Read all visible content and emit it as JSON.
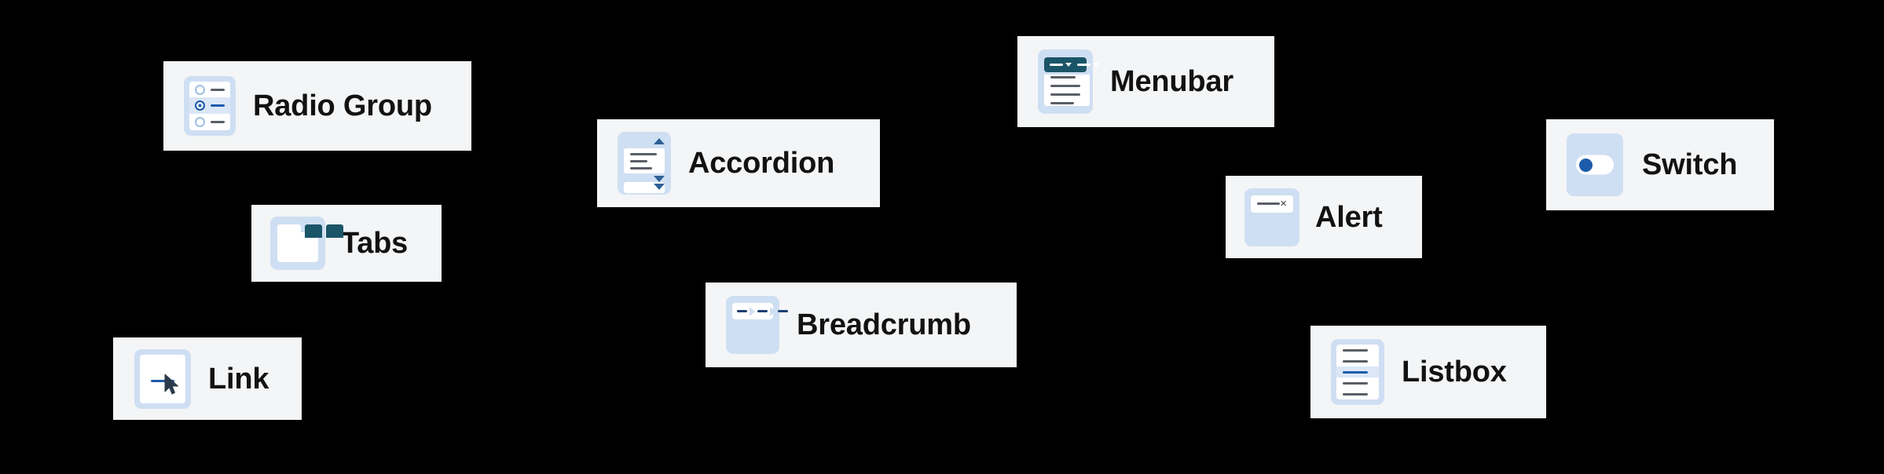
{
  "canvas": {
    "background_color": "#000000",
    "card_background_color": "#f4f5f6",
    "label_color": "#121212",
    "accent_blue": "#1d5bab",
    "tile_blue": "#cfdff3",
    "highlight_blue": "#dbe7f7",
    "teal": "#1b5568",
    "muted_line": "#5a5f66"
  },
  "cards": [
    {
      "id": "radio-group",
      "label": "Radio Group",
      "icon_name": "radio-group-icon",
      "options": [
        {
          "selected": false
        },
        {
          "selected": true
        },
        {
          "selected": false
        }
      ]
    },
    {
      "id": "tabs",
      "label": "Tabs",
      "icon_name": "tabs-icon",
      "tabs": [
        {
          "state": "active"
        },
        {
          "state": "inactive"
        },
        {
          "state": "inactive"
        }
      ]
    },
    {
      "id": "link",
      "label": "Link",
      "icon_name": "link-icon"
    },
    {
      "id": "accordion",
      "label": "Accordion",
      "icon_name": "accordion-icon",
      "sections": [
        {
          "state": "expanded",
          "chevron": "up"
        },
        {
          "state": "collapsed",
          "chevron": "down"
        },
        {
          "state": "collapsed",
          "chevron": "down"
        }
      ]
    },
    {
      "id": "breadcrumb",
      "label": "Breadcrumb",
      "icon_name": "breadcrumb-icon",
      "crumbs": 3,
      "separator": "chevron-right"
    },
    {
      "id": "menubar",
      "label": "Menubar",
      "icon_name": "menubar-icon",
      "menus": [
        {
          "caret": "chevron-down"
        },
        {
          "caret": "chevron-down"
        }
      ],
      "dropdown_items": 4
    },
    {
      "id": "alert",
      "label": "Alert",
      "icon_name": "alert-icon",
      "close_glyph": "×"
    },
    {
      "id": "switch",
      "label": "Switch",
      "icon_name": "switch-icon",
      "state": "off"
    },
    {
      "id": "listbox",
      "label": "Listbox",
      "icon_name": "listbox-icon",
      "items": [
        {
          "selected": false
        },
        {
          "selected": false
        },
        {
          "selected": true
        },
        {
          "selected": false
        },
        {
          "selected": false
        }
      ]
    }
  ]
}
